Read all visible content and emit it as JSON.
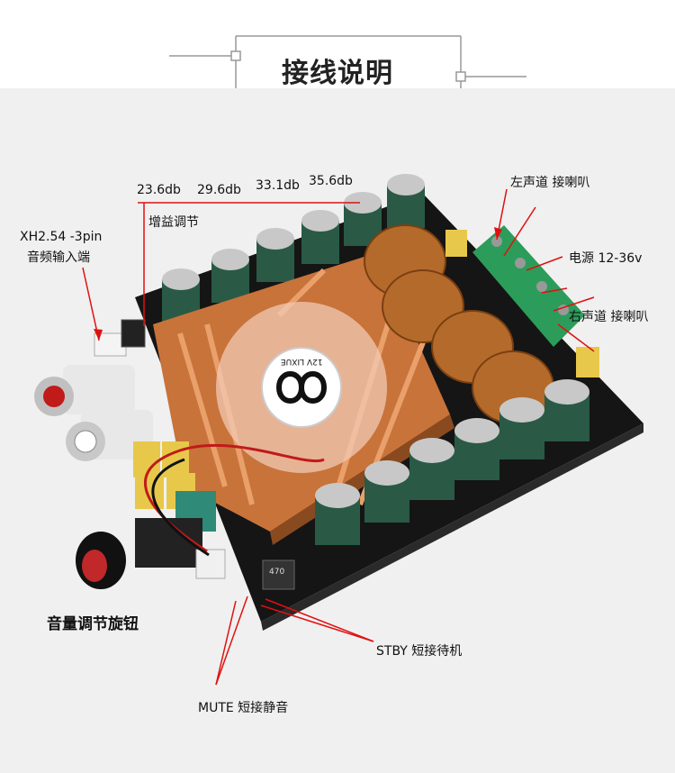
{
  "title": "接线说明",
  "labels": {
    "gain_values": [
      "23.6db",
      "29.6db",
      "33.1db",
      "35.6db"
    ],
    "gain_adjust": "增益调节",
    "xh_connector": "XH2.54 -3pin",
    "audio_input": "音频输入端",
    "left_channel": "左声道 接喇叭",
    "power": "电源 12-36v",
    "right_channel": "右声道 接喇叭",
    "volume_knob": "音量调节旋钮",
    "stby": "STBY 短接待机",
    "mute": "MUTE 短接静音"
  },
  "board_markings": {
    "fan_text": "12V LIXUE",
    "inductor_text": "470"
  },
  "colors": {
    "callout_line": "#e01010",
    "heatsink": "#c8733a",
    "pcb": "#151515",
    "terminal": "#2c9c5a",
    "capacitor": "#2a5a45",
    "coil": "#b46a2a",
    "cap_yellow": "#e8c84a"
  }
}
